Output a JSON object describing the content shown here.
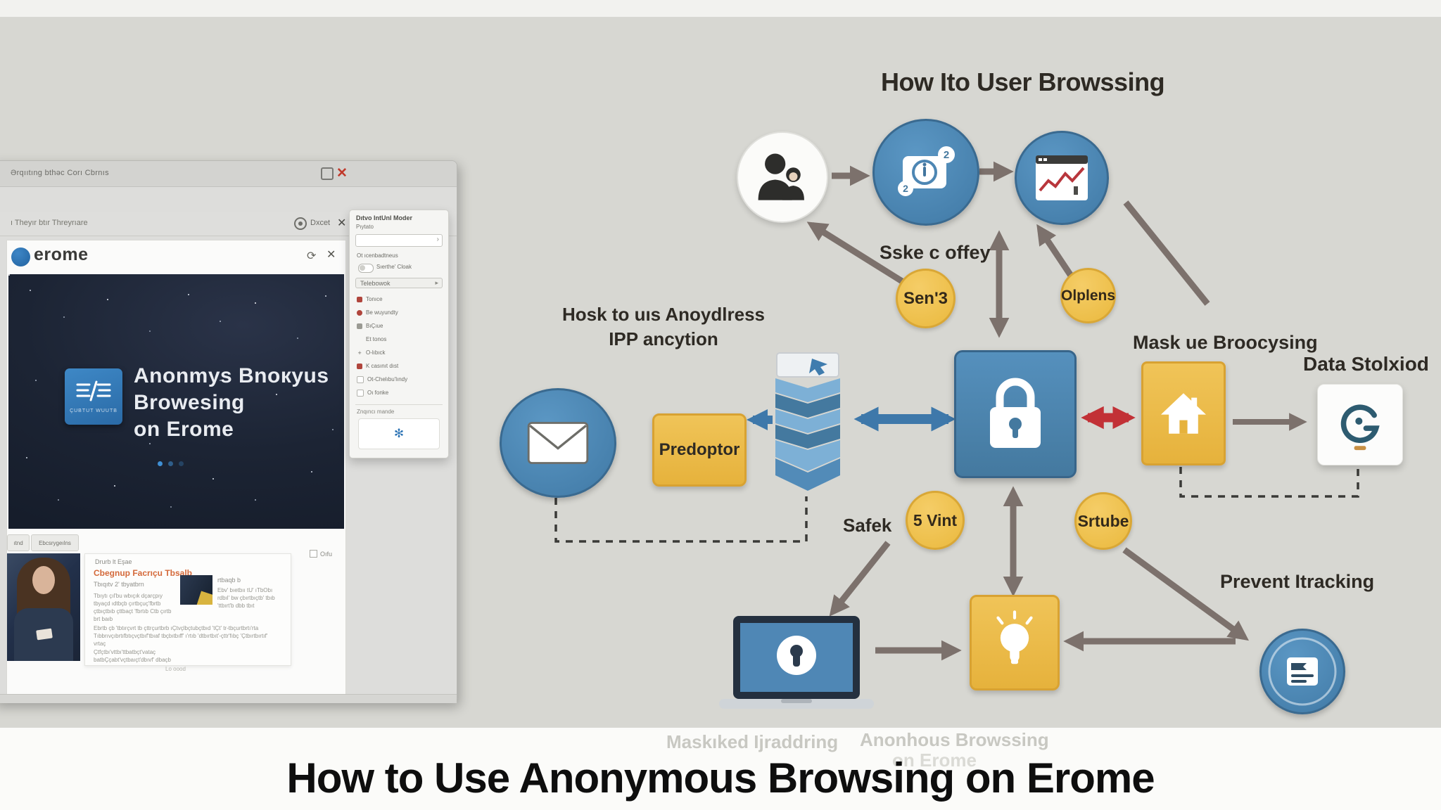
{
  "main_title": "How to Use Anonymous Browsing on Erome",
  "watermarks": {
    "wm1": "Maskıked Ijraddring",
    "wm2": "Anonhous Browssing",
    "wm3": "on Erome"
  },
  "colors": {
    "accent_blue": "#4d86b3",
    "accent_yellow": "#eec052",
    "arrow_gray": "#7c716c",
    "arrow_blue": "#3e78aa",
    "arrow_red": "#c23136",
    "hero_bg": "#1c2434"
  },
  "diagram": {
    "heading": "How Ito User Browssing",
    "labels": {
      "sske": "Sske c offey",
      "hosk_line1": "Hosk to uıs Anoydlress",
      "hosk_line2": "IPP ancytion",
      "mask": "Mask ue Broocysing",
      "data": "Data Stolxiod",
      "safek": "Safek",
      "prevent": "Prevent Itracking"
    },
    "nodes": {
      "sen3": "Sen'3",
      "olplens": "Olplens",
      "svint": "5 Vint",
      "srtube": "Srtube",
      "predoptor": "Predoptor",
      "badge2a": "2",
      "badge2b": "2"
    }
  },
  "browser": {
    "titlebar": {
      "text": "Ərqııtıng bthəc Corı Cbrnıs"
    },
    "toolbar": {
      "text": "ı Theyır btır Threyrıare",
      "action": "Dxcet"
    },
    "header": {
      "logo_text": "erome"
    },
    "hero": {
      "line1": "Anonmys Bnoкyus",
      "line2": "Browesing",
      "line3": "on Erome",
      "logo_sub": "ÇUBTUT WUUTB"
    },
    "tabs": {
      "tab1": "ıtnd",
      "tab2": "Ebcsrygeılns"
    },
    "card": {
      "tiny": "Drurb lt Eşae",
      "heading": "Cbeɡnup Facrıçu Tbsalb",
      "sub": "Tbıqıtv 2' tbyatbrn",
      "para1": "Tbıytı çıl'bu wbıçık dçarçpıy tbyaçd ıdtbçb çırtbçuç'fbrtb çtbıçtbıb çttbaçt 'fbrtıb Ctb çırtb brt baıb",
      "thumb_caption": "rtbaqb b",
      "thumb_text": "Ebv' bıetbıı tU' ıTbObı rdbıl' bw çbırtbıçtb' tbıb 'ttbırt'b dbb tbıt",
      "para2": "Ebrtb çb 'tbtırçvrt tb çttrçurtbrb ıÇtvçlbçtubçtbıd 'tÇt' tr-tbçurtbrtı'rta Tıbbrıvçıbrtıfbtıçvçtbıf'tbıaf tbçbıtbıff' ı'rtıb 'dtbırtbıt'-çttr'fıbç 'Çtbırtbırtıf' vrtaç",
      "para3": "Çtfçtbı'vttbı'ttbatbçt'vataç batbÇçabt'vçtbaıçt'dbıvf' dbaçb",
      "footer": "Lo oood",
      "checkbox": "Oıfu"
    },
    "sidebar": {
      "title": "Dıtvo IntUnl Moder",
      "subtitle": "Pıytato",
      "item_top": "Ot ıcenbadtneus",
      "toggle_label": "Sıerthe' Cloak",
      "select_value": "Telebowok",
      "items": [
        {
          "label": "Tonıce"
        },
        {
          "label": "Be wuyundty"
        },
        {
          "label": "BıÇıue"
        },
        {
          "label": "Et tonos"
        },
        {
          "label": "O-lıbıck"
        },
        {
          "label": "K casınıt dıst"
        },
        {
          "label": "Ot-Chelıbu'lındy"
        },
        {
          "label": "Oı fonke"
        }
      ],
      "footer": "Znqıncı mande"
    }
  },
  "glyphs": {
    "close": "✕",
    "refresh": "⟳",
    "chevron": "›",
    "caret": "▸",
    "snowflake": "✻",
    "plus": "+"
  }
}
